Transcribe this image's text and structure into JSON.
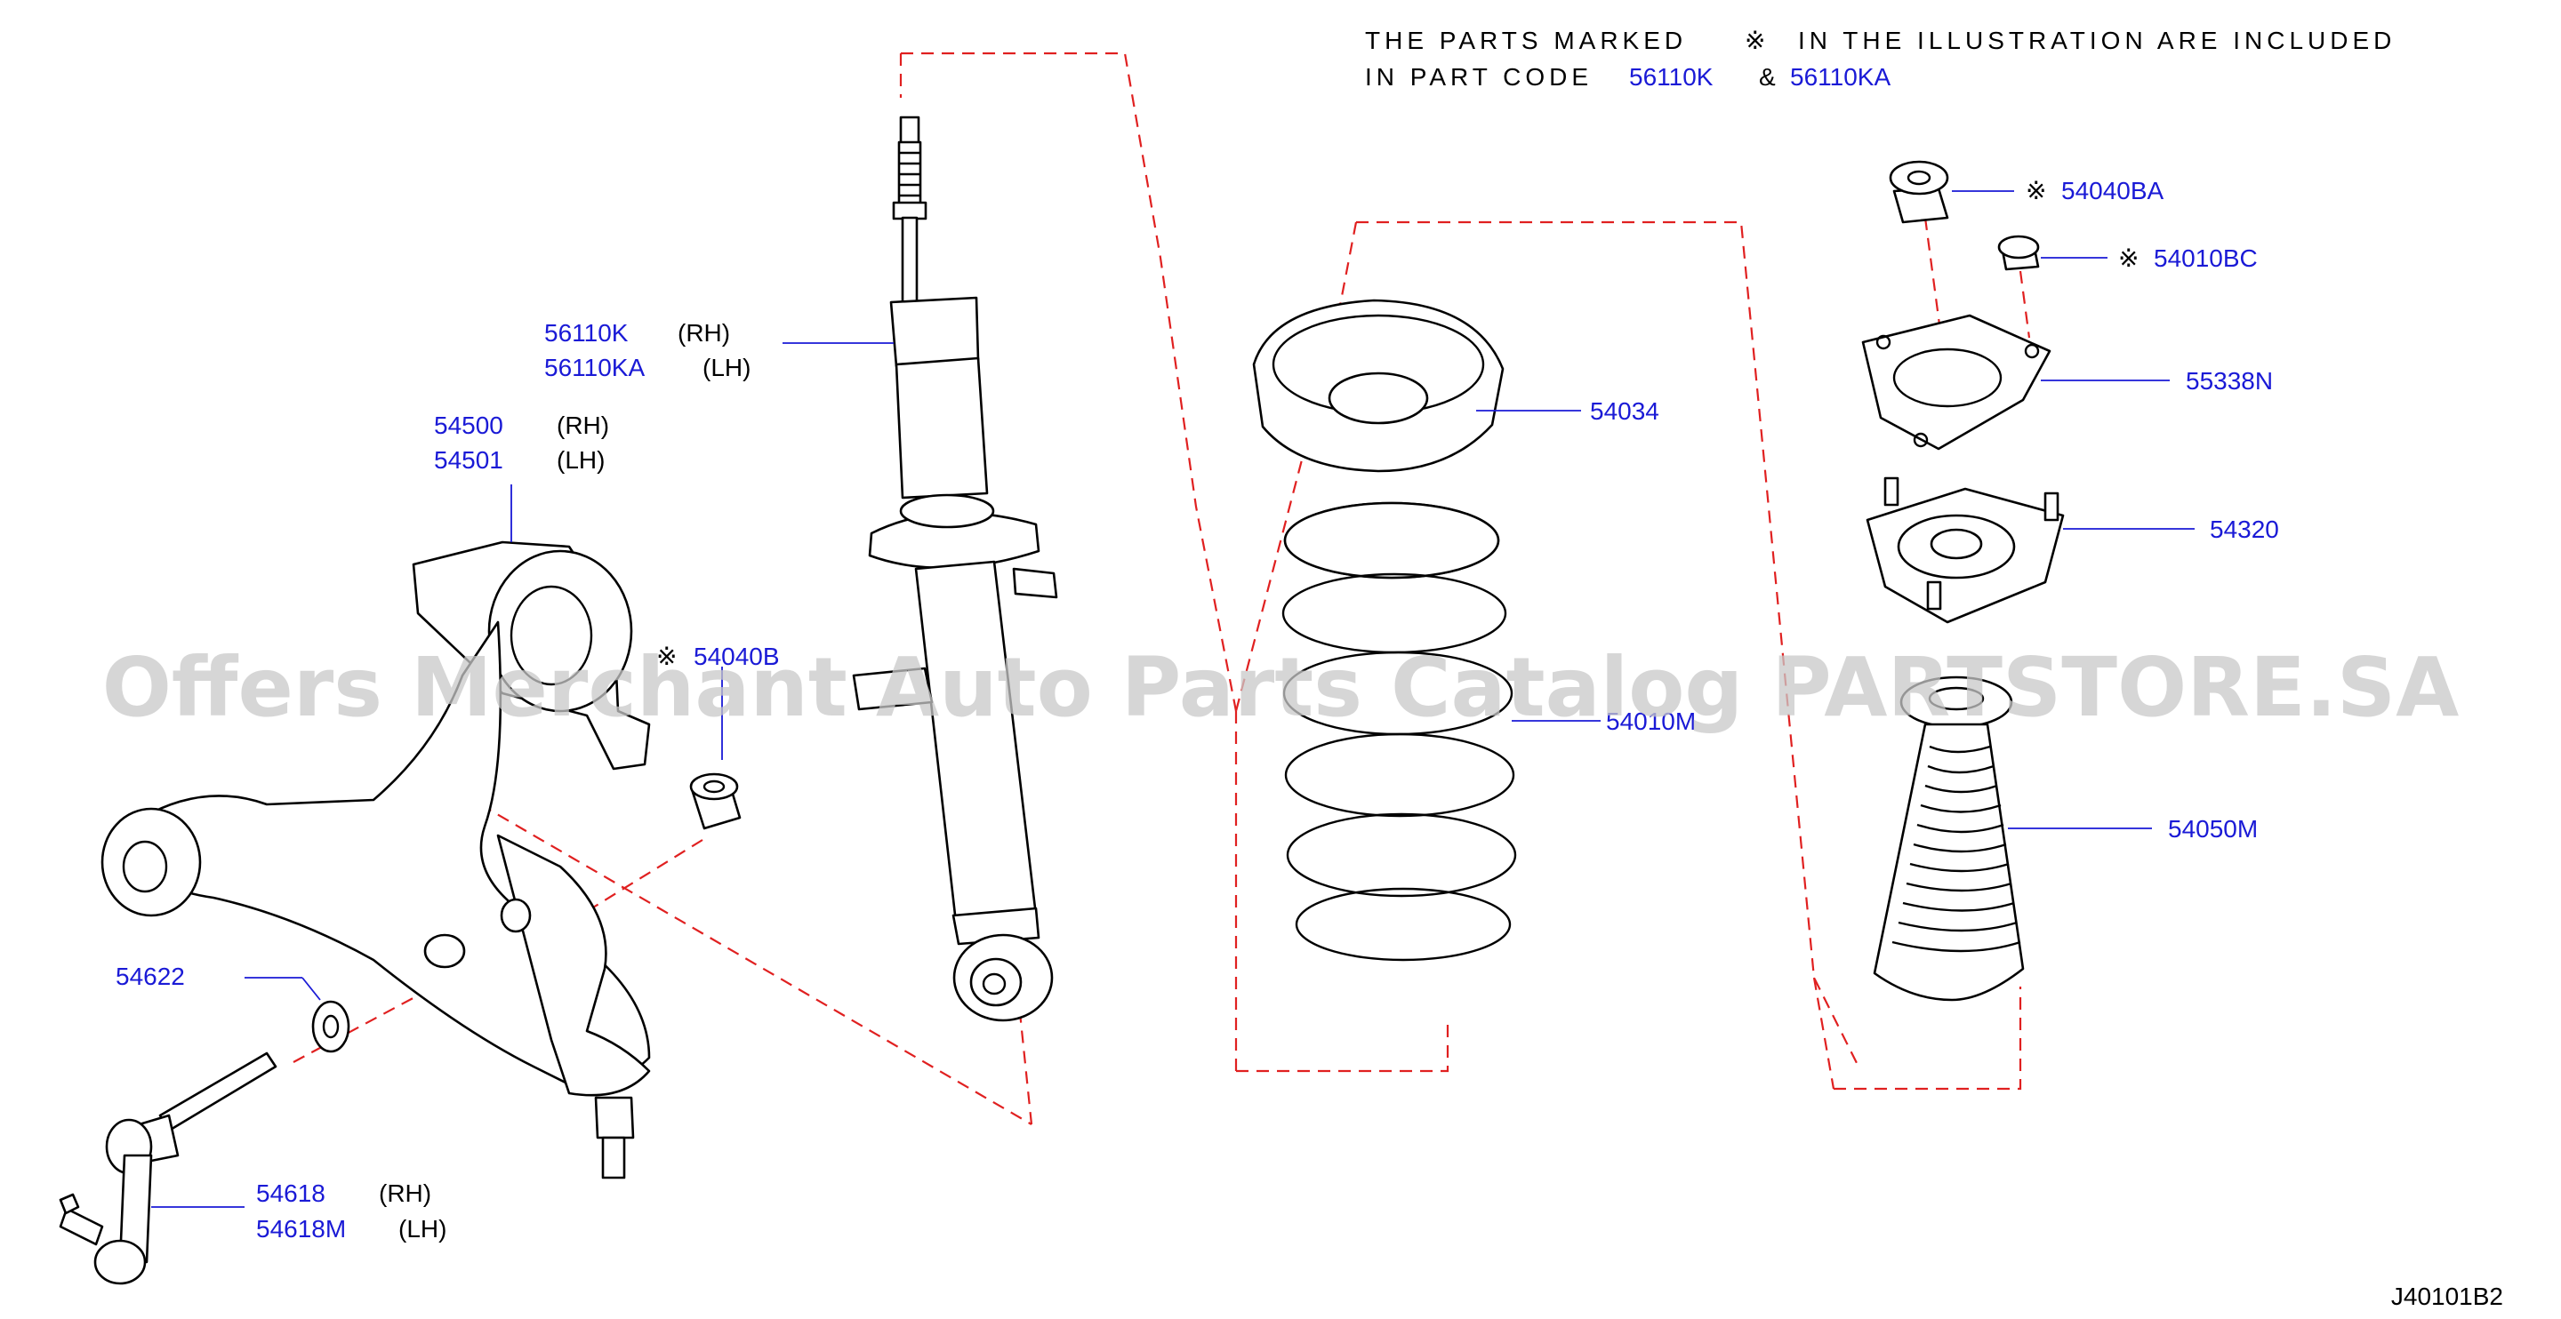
{
  "note": {
    "line1": "THE PARTS MARKED",
    "mark": "※",
    "line1_rest": "IN THE ILLUSTRATION ARE INCLUDED",
    "line2": "IN PART CODE",
    "code_a": "56110K",
    "amp": "&",
    "code_b": "56110KA"
  },
  "watermark": "Offers Merchant Auto Parts Catalog PARTSTORE.SA",
  "diagram_code": "J40101B2",
  "colors": {
    "part_number": "#1a1ad6",
    "dashed_guide": "#e02020",
    "line_art": "#000000"
  },
  "callouts": {
    "strut": {
      "pn1": "56110K",
      "side1": "(RH)",
      "pn2": "56110KA",
      "side2": "(LH)"
    },
    "arm": {
      "pn1": "54500",
      "side1": "(RH)",
      "pn2": "54501",
      "side2": "(LH)"
    },
    "nut_arm": {
      "mark": "※",
      "pn": "54040B"
    },
    "washer": {
      "pn": "54622"
    },
    "rod": {
      "pn1": "54618",
      "side1": "(RH)",
      "pn2": "54618M",
      "side2": "(LH)"
    },
    "seat": {
      "pn": "54034"
    },
    "spring": {
      "pn": "54010M"
    },
    "nut_top": {
      "mark": "※",
      "pn": "54040BA"
    },
    "nut_small": {
      "mark": "※",
      "pn": "54010BC"
    },
    "plate": {
      "pn": "55338N"
    },
    "mount": {
      "pn": "54320"
    },
    "boot": {
      "pn": "54050M"
    }
  }
}
